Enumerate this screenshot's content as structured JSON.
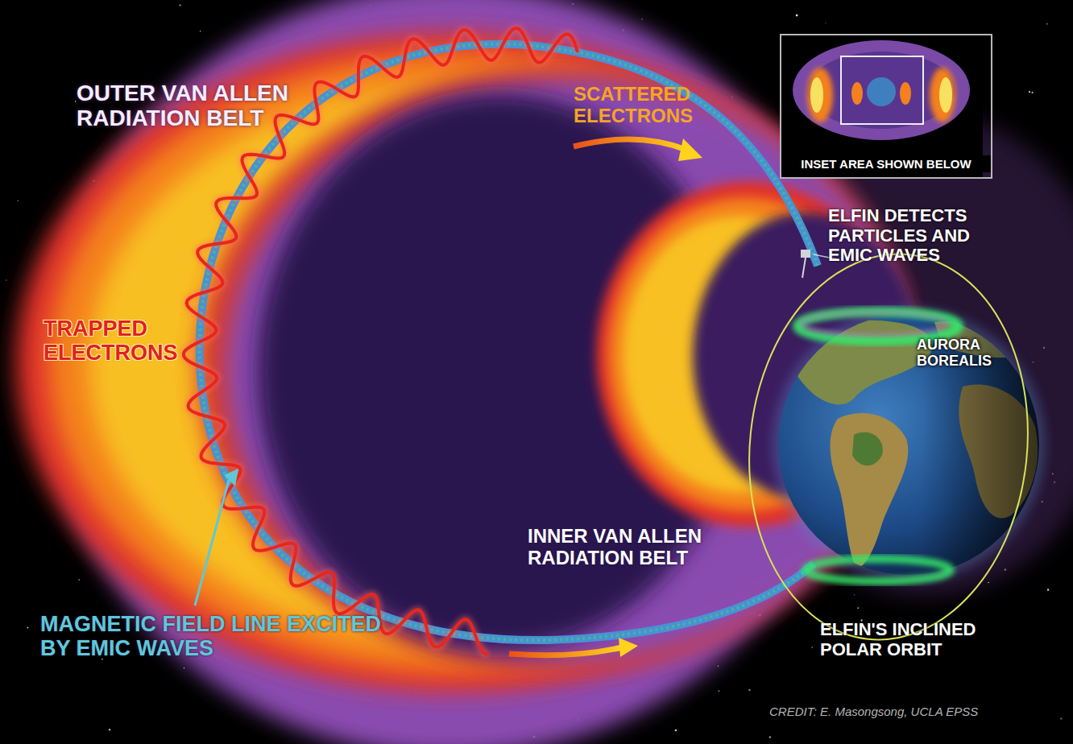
{
  "diagram": {
    "nodes": [
      {
        "text": [
          "INSET AREA SHOWN BELOW"
        ]
      }
    ],
    "labels": [
      "OUTER VAN ALLEN RADIATION BELT",
      "SCATTERED ELECTRONS",
      "TRAPPED ELECTRONS",
      "ELFIN DETECTS PARTICLES AND EMIC WAVES",
      "AURORA BOREALIS",
      "INNER VAN ALLEN RADIATION BELT",
      "MAGNETIC FIELD LINE EXCITED BY EMIC WAVES",
      "ELFIN'S INCLINED POLAR ORBIT",
      "CREDIT: E. Masongsong, UCLA EPSS"
    ]
  }
}
